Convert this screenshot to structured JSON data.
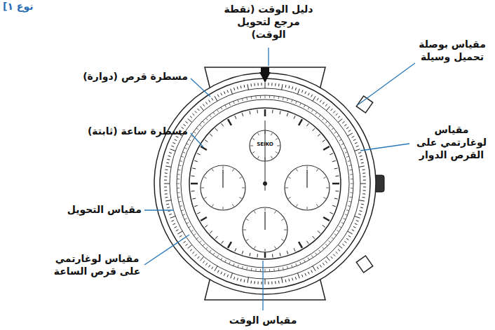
{
  "diagram": {
    "labels": [
      "نوع ١]",
      "دليل الوقت (نقطة مرجع لتحويل الوقت)",
      "مقياس بوصلة تحميل وسيلة",
      "مسطرة قرص (دوارة)",
      "مقياس لوغارتمي على القرص الدوار",
      "مسطرة ساعة (ثابتة)",
      "مقياس التحويل",
      "مقياس لوغارتمي على قرص الساعة",
      "مقياس الوقت",
      "SEIKO"
    ]
  }
}
